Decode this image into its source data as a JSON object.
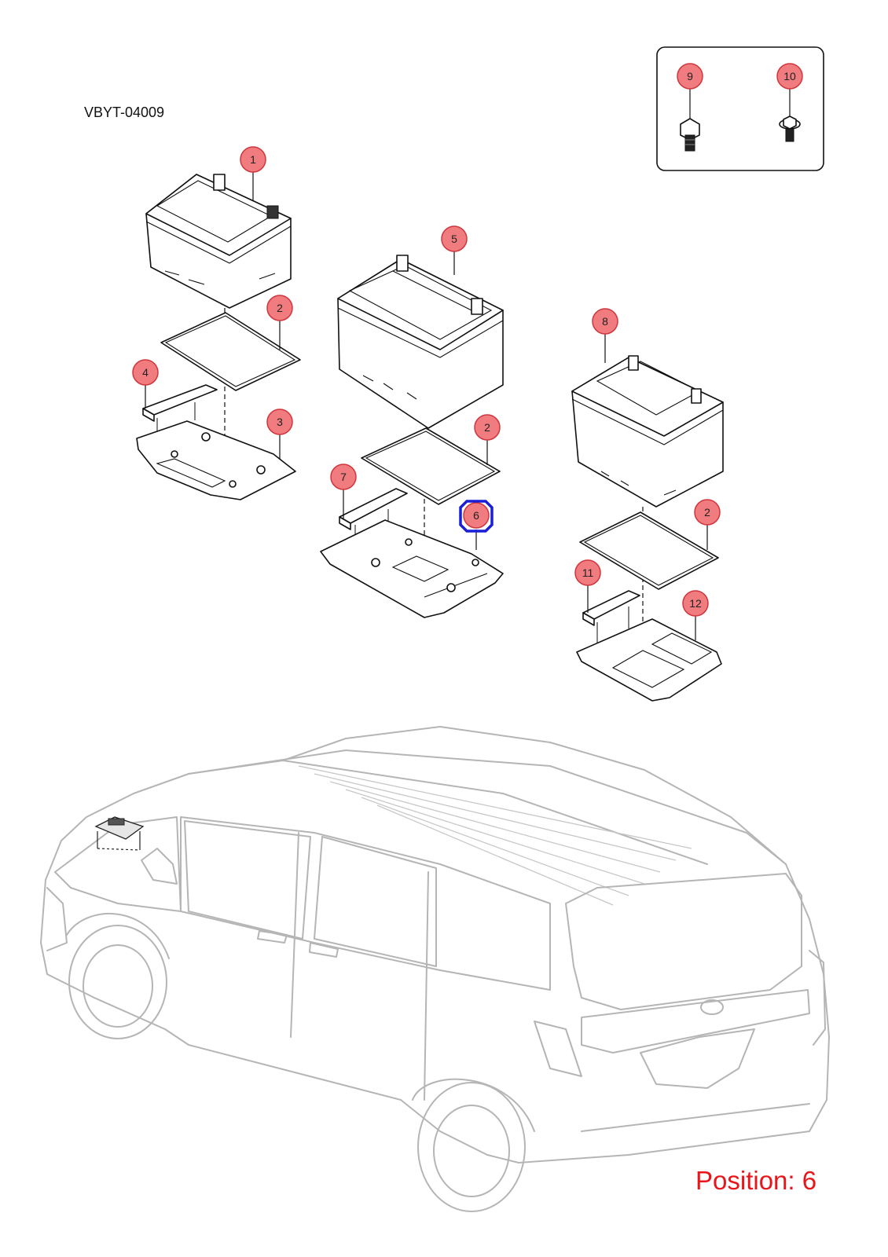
{
  "diagram": {
    "code": "VBYT-04009",
    "position_label": "Position: 6",
    "selected_callout": "6",
    "colors": {
      "callout_fill": "#f07c80",
      "callout_stroke": "#d0353c",
      "highlight": "#1a1fd6",
      "position_text": "#e8161b",
      "vehicle_outline": "#b5b5b5"
    },
    "callouts": [
      {
        "id": "1",
        "label": "1"
      },
      {
        "id": "2a",
        "label": "2"
      },
      {
        "id": "3",
        "label": "3"
      },
      {
        "id": "4",
        "label": "4"
      },
      {
        "id": "5",
        "label": "5"
      },
      {
        "id": "2b",
        "label": "2"
      },
      {
        "id": "6",
        "label": "6"
      },
      {
        "id": "7",
        "label": "7"
      },
      {
        "id": "8",
        "label": "8"
      },
      {
        "id": "2c",
        "label": "2"
      },
      {
        "id": "11",
        "label": "11"
      },
      {
        "id": "12",
        "label": "12"
      },
      {
        "id": "9",
        "label": "9"
      },
      {
        "id": "10",
        "label": "10"
      }
    ]
  }
}
